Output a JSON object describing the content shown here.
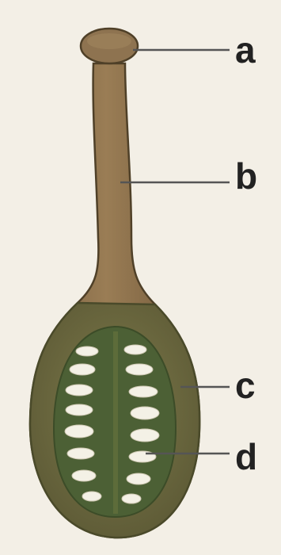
{
  "labels": {
    "a": "a",
    "b": "b",
    "c": "c",
    "d": "d"
  },
  "colors": {
    "background": "#f3efe6",
    "pistil_fill": "#8a6f47",
    "pistil_outline": "#5a4a30",
    "ovary_wall": "#6d6b3f",
    "ovary_cavity": "#4f6338",
    "ovule": "#f4f1e6",
    "leader_line": "#555555",
    "label_text": "#222222"
  }
}
